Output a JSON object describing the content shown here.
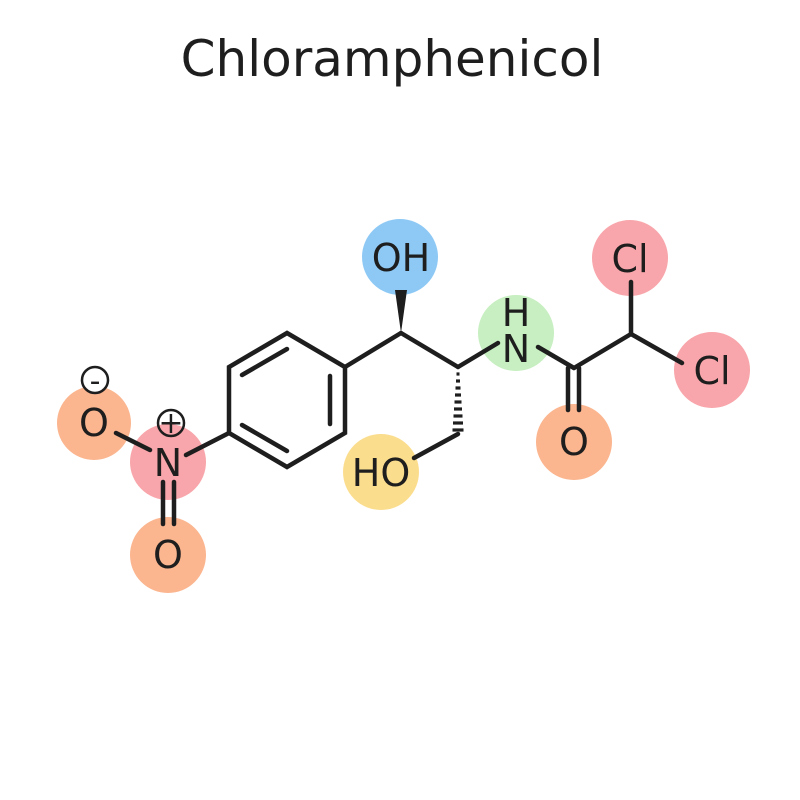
{
  "title": "Chloramphenicol",
  "atoms": {
    "nitro_o_minus": "O",
    "nitro_n": "N",
    "nitro_o": "O",
    "hydroxyl_top": "OH",
    "hydroxyl_bottom": "HO",
    "amide_h": "H",
    "amide_n": "N",
    "carbonyl_o": "O",
    "cl_top": "Cl",
    "cl_right": "Cl"
  },
  "charges": {
    "minus": "-",
    "plus": "+"
  },
  "colors": {
    "oxygen_highlight": "#fbb58f",
    "nitrogen_highlight": "#f8a6ab",
    "hydroxyl_top_highlight": "#8ec9f5",
    "hydroxyl_bottom_highlight": "#fbdd8e",
    "amide_highlight": "#c7efc1",
    "chlorine_highlight": "#f8a6ab"
  }
}
